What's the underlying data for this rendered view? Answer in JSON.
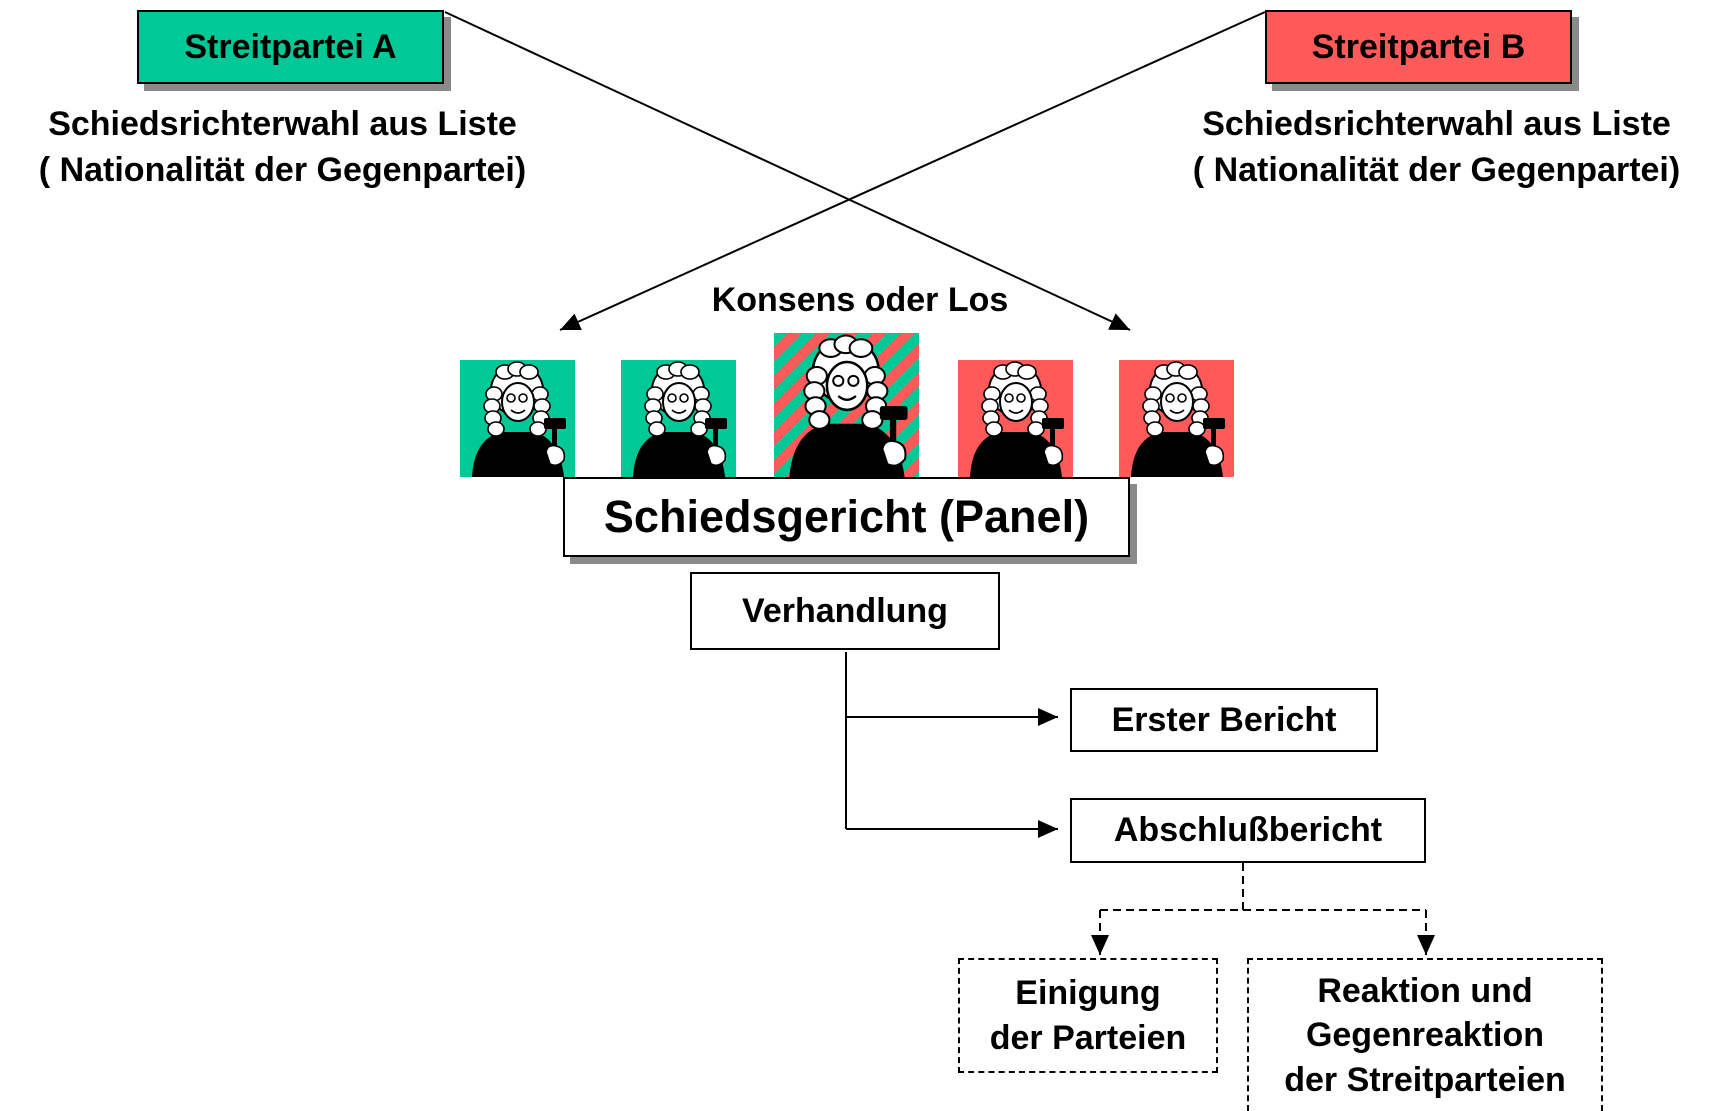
{
  "colors": {
    "party_a": "#00c896",
    "party_b": "#ff5a5a",
    "shadow": "#8a8a8a"
  },
  "party_a": {
    "label": "Streitpartei A",
    "selection_line1": "Schiedsrichterwahl aus Liste",
    "selection_line2": "( Nationalität der Gegenpartei)"
  },
  "party_b": {
    "label": "Streitpartei B",
    "selection_line1": "Schiedsrichterwahl aus Liste",
    "selection_line2": "( Nationalität der Gegenpartei)"
  },
  "consensus_label": "Konsens oder Los",
  "panel_label": "Schiedsgericht (Panel)",
  "judges": [
    {
      "icon": "judge-icon",
      "color": "party_a"
    },
    {
      "icon": "judge-icon",
      "color": "party_a"
    },
    {
      "icon": "judge-icon",
      "color": "striped"
    },
    {
      "icon": "judge-icon",
      "color": "party_b"
    },
    {
      "icon": "judge-icon",
      "color": "party_b"
    }
  ],
  "negotiation_label": "Verhandlung",
  "first_report_label": "Erster Bericht",
  "final_report_label": "Abschlußbericht",
  "agreement_line1": "Einigung",
  "agreement_line2": "der Parteien",
  "reaction_line1": "Reaktion und",
  "reaction_line2": "Gegenreaktion",
  "reaction_line3": "der Streitparteien"
}
